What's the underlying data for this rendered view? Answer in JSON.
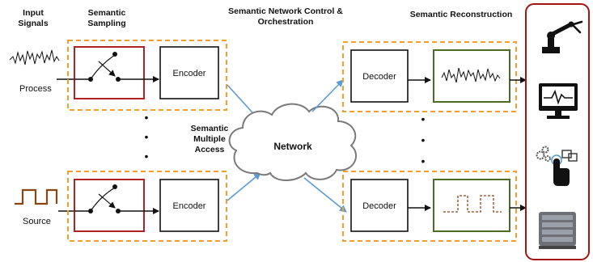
{
  "labels": {
    "input_signals": "Input\nSignals",
    "semantic_sampling": "Semantic\nSampling",
    "control": "Semantic Network Control &\nOrchestration",
    "reconstruction": "Semantic Reconstruction",
    "multiple_access": "Semantic\nMultiple\nAccess",
    "process": "Process",
    "source": "Source"
  },
  "blocks": {
    "encoder_top": "Encoder",
    "encoder_bottom": "Encoder",
    "decoder_top": "Decoder",
    "decoder_bottom": "Decoder",
    "network": "Network"
  },
  "dots": {
    "left": "• • •",
    "right": "• • •"
  },
  "icons": [
    "robot-arm-icon",
    "monitor-icon",
    "touch-interface-icon",
    "server-rack-icon"
  ],
  "colors": {
    "dashed_border": "#f0a030",
    "sampler_border": "#b22222",
    "reconstruction_border": "#4a6b2a",
    "icons_border": "#a31515",
    "network_arrow": "#5b9bd5",
    "source_signal": "#8b4513"
  }
}
